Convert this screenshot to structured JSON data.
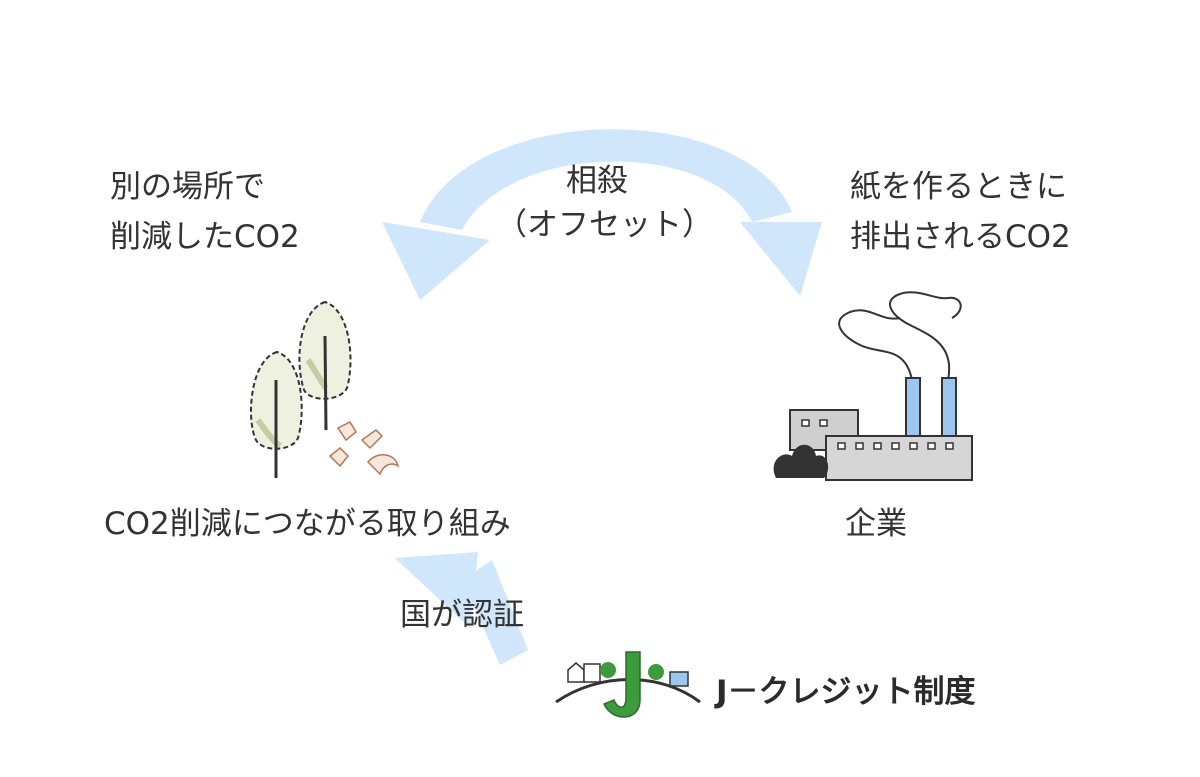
{
  "labels": {
    "left_top_line1": "別の場所で",
    "left_top_line2": "削減したCO2",
    "center_top_line1": "相殺",
    "center_top_line2": "（オフセット）",
    "right_top_line1": "紙を作るときに",
    "right_top_line2": "排出されるCO2",
    "left_mid": "CO2削減につながる取り組み",
    "right_mid": "企業",
    "bottom_arrow": "国が認証",
    "brand": "J－クレジット制度"
  },
  "icons": {
    "trees": "trees-and-paper-icon",
    "factory": "factory-icon",
    "logo": "j-credit-logo"
  },
  "colors": {
    "arrow": "#cfe6fb",
    "text": "#333333",
    "tree_fill": "#eef1df",
    "logo_green": "#3d9a3d",
    "chimney_blue": "#9cc6ef"
  }
}
